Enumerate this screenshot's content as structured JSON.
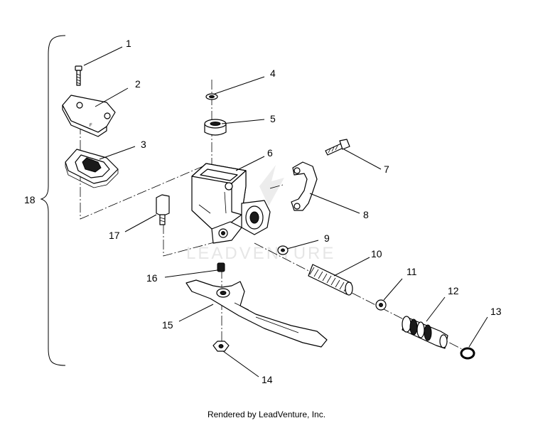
{
  "callouts": {
    "c1": "1",
    "c2": "2",
    "c3": "3",
    "c4": "4",
    "c5": "5",
    "c6": "6",
    "c7": "7",
    "c8": "8",
    "c9": "9",
    "c10": "10",
    "c11": "11",
    "c12": "12",
    "c13": "13",
    "c14": "14",
    "c15": "15",
    "c16": "16",
    "c17": "17",
    "c18": "18"
  },
  "watermark": "LEADVENTURE",
  "footer": "Rendered by LeadVenture, Inc."
}
